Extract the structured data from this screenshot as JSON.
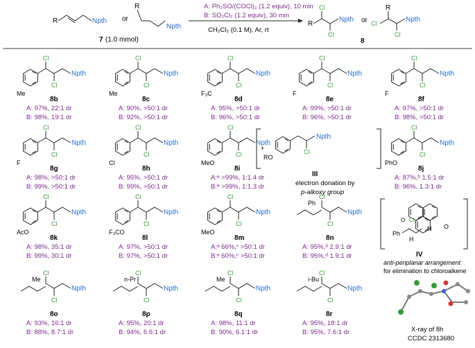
{
  "scheme": {
    "sm_label": "7",
    "sm_amount": "(1.0 mmol)",
    "or_text": "or",
    "cond_a": "A: Ph₂SO/(COCl)₂ (1.2 equiv), 10 min",
    "cond_b": "B: SO₂Cl₂ (1.2 equiv), 30 min",
    "cond_solvent": "CH₂Cl₂ (0.1 M), Ar, rt",
    "product_label": "8",
    "r": "R",
    "cl": "Cl",
    "npth": "Npth"
  },
  "compounds": [
    {
      "label": "8b",
      "a": "A: 97%, 22:1 dr",
      "b": "B: 98%, 19:1 dr",
      "sub": "Me"
    },
    {
      "label": "8c",
      "a": "A: 90%, >50:1 dr",
      "b": "B: 92%, >50:1 dr",
      "sub": "Me"
    },
    {
      "label": "8d",
      "a": "A: 95%, >50:1 dr",
      "b": "B: 96%, >50:1 dr",
      "sub": "F₃C"
    },
    {
      "label": "8e",
      "a": "A: 99%, >50:1 dr",
      "b": "B: 96%, >50:1 dr",
      "sub": "F"
    },
    {
      "label": "8f",
      "a": "A: 97%, >50:1 dr",
      "b": "B: 98%, >50:1 dr",
      "sub": "F"
    },
    {
      "label": "8g",
      "a": "A: 98%, >50:1 dr",
      "b": "B: 99%, >50:1 dr",
      "sub": "F"
    },
    {
      "label": "8h",
      "a": "A: 95%, >50:1 dr",
      "b": "B: 99%, >50:1 dr",
      "sub": "Cl"
    },
    {
      "label": "8i",
      "a": "A:ᵃ >99%, 1:1.4 dr",
      "b": "B:ᵃ >99%, 1:1.3 dr",
      "sub": "MeO"
    },
    {
      "label": "8j",
      "a": "A: 87%,ᵇ 1.5:1 dr",
      "b": "B: 96%, 1.3:1 dr",
      "sub": "PhO"
    },
    {
      "label": "8k",
      "a": "A: 98%, 35:1 dr",
      "b": "B: 99%, 30:1 dr",
      "sub": "AcO"
    },
    {
      "label": "8l",
      "a": "A: 97%, >50:1 dr",
      "b": "B: 97%, >50:1 dr",
      "sub": "F₃CO"
    },
    {
      "label": "8m",
      "a": "A:ᵃ 66%,ᶜ >50:1 dr",
      "b": "B:ᵃ 60%,ᶜ >50:1 dr",
      "sub": "MeO"
    },
    {
      "label": "8n",
      "a": "A: 95%,ᵈ 2.9:1 dr",
      "b": "B: 95%,ᵈ 1.9:1 dr",
      "sub": "Ph"
    },
    {
      "label": "8o",
      "a": "A: 93%, 16:1 dr",
      "b": "B: 88%, 8.7:1 dr",
      "sub": "Me"
    },
    {
      "label": "8p",
      "a": "A: 95%, 20:1 dr",
      "b": "B: 94%, 6.6:1 dr",
      "sub": "n-Pr"
    },
    {
      "label": "8q",
      "a": "A: 98%, 11:1 dr",
      "b": "B: 90%, 6.1:1 dr",
      "sub": "Me"
    },
    {
      "label": "8r",
      "a": "A: 95%, 18:1 dr",
      "b": "B: 95%, 7.6:1 dr",
      "sub": "i-Bu"
    }
  ],
  "intermediate_iii": {
    "label": "III",
    "line1": "electron donation by",
    "line2": "p-alkoxy group",
    "ro": "RO",
    "plus": "+"
  },
  "intermediate_iv": {
    "label": "IV",
    "line1": "anti-periplanar arrangement",
    "line2": "for elimination to chloroalkene",
    "ph": "Ph",
    "h": "H",
    "o": "O",
    "n": "N"
  },
  "xray": {
    "line1": "X-ray of 8h",
    "line2": "CCDC 2313680"
  }
}
